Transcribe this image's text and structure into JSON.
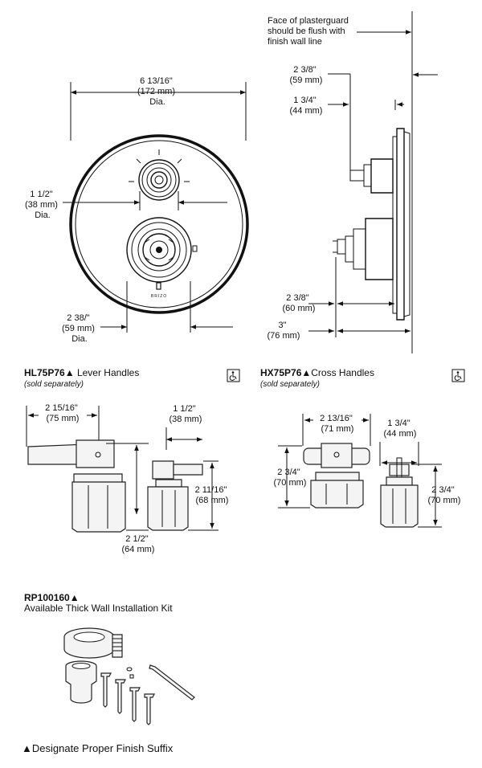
{
  "trim": {
    "plate_dim": [
      "6 13/16\"",
      "(172 mm)",
      "Dia."
    ],
    "stem_dim": [
      "1 1/2\"",
      "(38 mm)",
      "Dia."
    ],
    "lower_dim": [
      "2 38/\"",
      "(59 mm)",
      "Dia."
    ],
    "brand": "BRIZO"
  },
  "side": {
    "note": [
      "Face of plasterguard",
      "should be flush with",
      "finish wall line"
    ],
    "dim_a": [
      "2 3/8\"",
      "(59 mm)"
    ],
    "dim_b": [
      "1 3/4\"",
      "(44 mm)"
    ],
    "dim_c": [
      "2 3/8\"",
      "(60 mm)"
    ],
    "dim_d": [
      "3\"",
      "(76 mm)"
    ]
  },
  "lever": {
    "model": "HL75P76",
    "title": "Lever Handles",
    "note": "(sold separately)",
    "dim_w": [
      "2 15/16\"",
      "(75 mm)"
    ],
    "dim_s": [
      "1 1/2\"",
      "(38 mm)"
    ],
    "dim_h": [
      "2 11/16\"",
      "(68 mm)"
    ],
    "dim_d": [
      "2 1/2\"",
      "(64 mm)"
    ]
  },
  "cross": {
    "model": "HX75P76",
    "title": "Cross Handles",
    "note": "(sold separately)",
    "dim_w": [
      "2 13/16\"",
      "(71 mm)"
    ],
    "dim_s": [
      "1 3/4\"",
      "(44 mm)"
    ],
    "dim_h1": [
      "2 3/4\"",
      "(70 mm)"
    ],
    "dim_h2": [
      "2 3/4\"",
      "(70 mm)"
    ]
  },
  "kit": {
    "model": "RP100160",
    "title": "Available Thick Wall Installation Kit"
  },
  "footer": "Designate Proper Finish Suffix",
  "symbols": {
    "triangle": "▲",
    "accessible_icon": "wheelchair-icon"
  }
}
